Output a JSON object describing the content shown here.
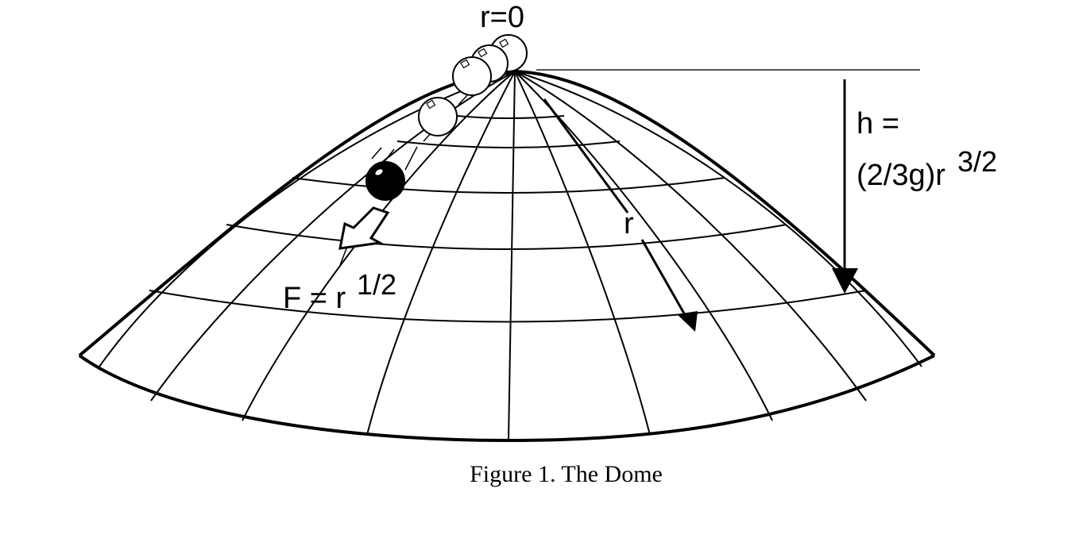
{
  "labels": {
    "apex": "r=0",
    "height_line1": "h =",
    "height_line2": "(2/3g)r",
    "height_exponent": "3/2",
    "radius": "r",
    "force_base": "F = r",
    "force_exponent": "1/2"
  },
  "caption": "Figure 1. The Dome",
  "colors": {
    "ink": "#000000",
    "paper": "#ffffff"
  }
}
